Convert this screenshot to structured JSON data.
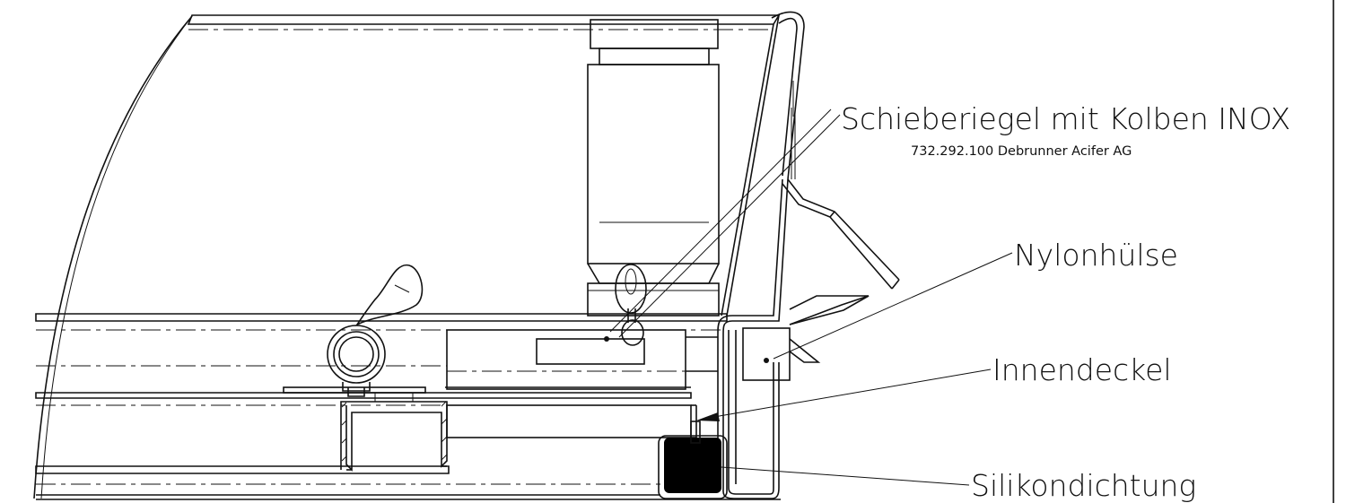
{
  "callouts": {
    "schieberiegel": "Schieberiegel mit Kolben INOX",
    "schieberiegel_ref": "732.292.100 Debrunner Acifer AG",
    "nylonhuelse": "Nylonhülse",
    "innendeckel": "Innendeckel",
    "silikondichtung": "Silikondichtung"
  }
}
